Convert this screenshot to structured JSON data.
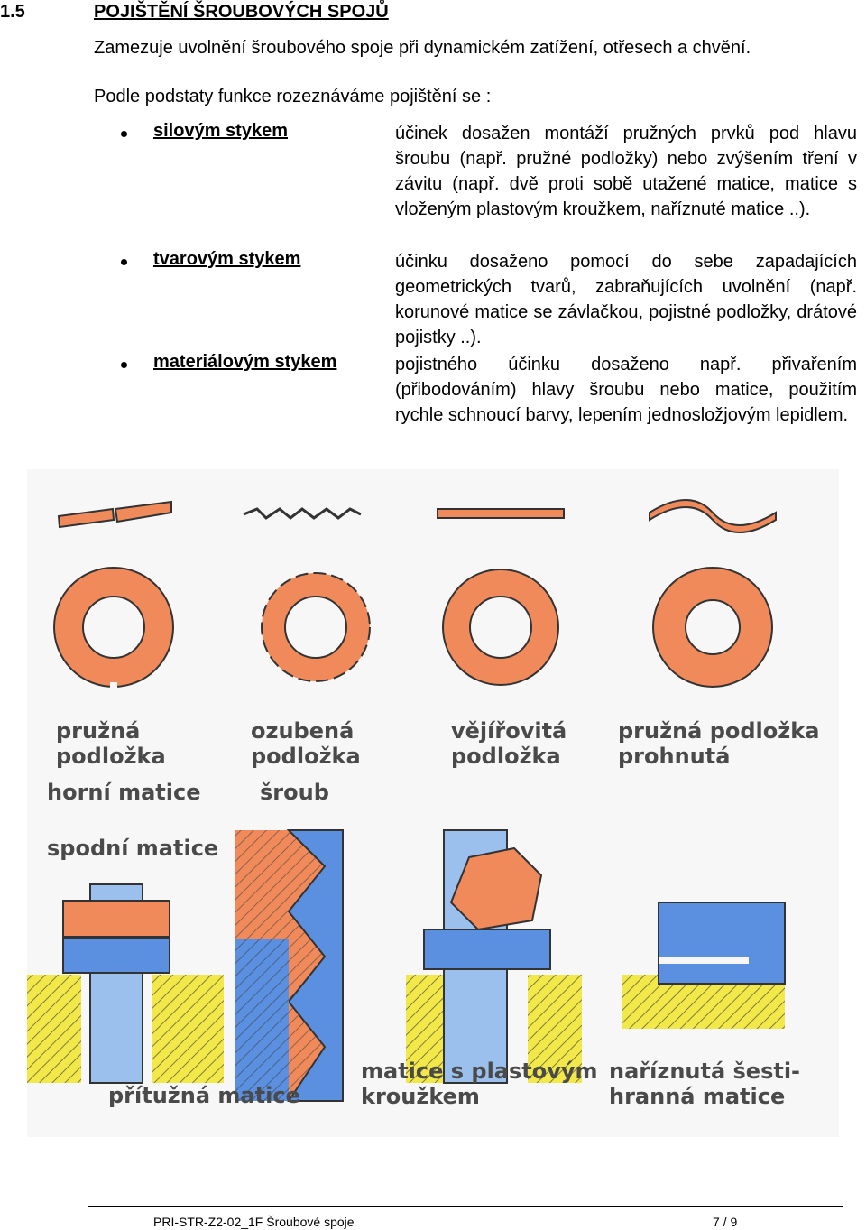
{
  "section": {
    "number": "1.5",
    "title": "POJIŠTĚNÍ ŠROUBOVÝCH SPOJŮ"
  },
  "intro": "Zamezuje uvolnění šroubového spoje při dynamickém zatížení, otřesech a chvění.",
  "lead": "Podle podstaty funkce rozeznáváme pojištění se :",
  "items": [
    {
      "term": "silovým stykem",
      "desc": "účinek dosažen montáží pružných prvků pod hlavu šroubu (např. pružné podložky) nebo zvýšením tření v závitu (např. dvě proti sobě utažené matice, matice s vloženým plastovým kroužkem, naříznuté matice ..)."
    },
    {
      "term": "tvarovým stykem",
      "desc": "účinku dosaženo pomocí do sebe zapadajících geometrických tvarů, zabraňujících uvolnění (např. korunové matice se závlačkou, pojistné podložky, drátové pojistky ..)."
    },
    {
      "term": "materiálovým stykem",
      "desc": "pojistného účinku dosaženo např. přivařením (přibodováním) hlavy šroubu nebo matice, použitím rychle schnoucí barvy, lepením jednosložjovým lepidlem."
    }
  ],
  "figure": {
    "captions": {
      "c1a": "pružná",
      "c1b": "podložka",
      "c2a": "ozubená",
      "c2b": "podložka",
      "c3a": "vějířovitá",
      "c3b": "podložka",
      "c4a": "pružná podložka",
      "c4b": "prohnutá",
      "horni": "horní matice",
      "sroub": "šroub",
      "spodni": "spodní matice",
      "pritu": "přítužná matice",
      "plast_a": "matice s plastovým",
      "plast_b": "kroužkem",
      "nariz_a": "naříznutá šesti-",
      "nariz_b": "hranná matice"
    },
    "colors": {
      "orange": "#f08a5a",
      "blue": "#5b8fe0",
      "light_blue": "#9cc0ee",
      "yellow": "#f2e84a"
    }
  },
  "footer": {
    "doc": "PRI-STR-Z2-02_1F Šroubové spoje",
    "page": "7  /  9"
  }
}
